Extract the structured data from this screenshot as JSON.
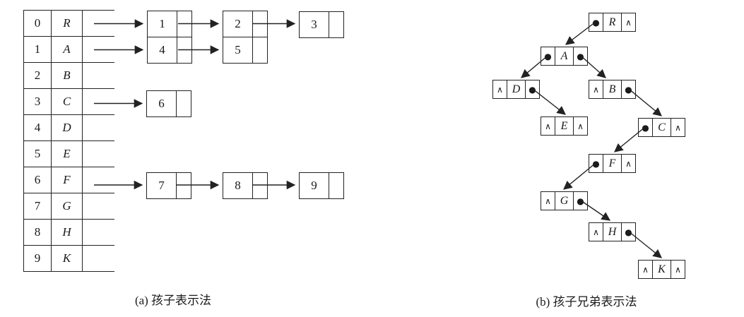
{
  "captions": {
    "a": "(a) 孩子表示法",
    "b": "(b) 孩子兄弟表示法"
  },
  "child_table": {
    "rows": [
      {
        "index": "0",
        "letter": "R"
      },
      {
        "index": "1",
        "letter": "A"
      },
      {
        "index": "2",
        "letter": "B"
      },
      {
        "index": "3",
        "letter": "C"
      },
      {
        "index": "4",
        "letter": "D"
      },
      {
        "index": "5",
        "letter": "E"
      },
      {
        "index": "6",
        "letter": "F"
      },
      {
        "index": "7",
        "letter": "G"
      },
      {
        "index": "8",
        "letter": "H"
      },
      {
        "index": "9",
        "letter": "K"
      }
    ]
  },
  "child_lists": {
    "nodes": {
      "n1": {
        "label": "1"
      },
      "n2": {
        "label": "2"
      },
      "n3": {
        "label": "3"
      },
      "n4": {
        "label": "4"
      },
      "n5": {
        "label": "5"
      },
      "n6": {
        "label": "6"
      },
      "n7": {
        "label": "7"
      },
      "n8": {
        "label": "8"
      },
      "n9": {
        "label": "9"
      }
    },
    "lists": [
      {
        "owner_index": "0",
        "sequence": [
          "1",
          "2",
          "3"
        ]
      },
      {
        "owner_index": "1",
        "sequence": [
          "4",
          "5"
        ]
      },
      {
        "owner_index": "3",
        "sequence": [
          "6"
        ]
      },
      {
        "owner_index": "6",
        "sequence": [
          "7",
          "8",
          "9"
        ]
      }
    ]
  },
  "sibling_tree": {
    "nodes": {
      "R": {
        "left": "●",
        "data": "R",
        "right": "∧"
      },
      "A": {
        "left": "●",
        "data": "A",
        "right": "●"
      },
      "D": {
        "left": "∧",
        "data": "D",
        "right": "●"
      },
      "B": {
        "left": "∧",
        "data": "B",
        "right": "●"
      },
      "E": {
        "left": "∧",
        "data": "E",
        "right": "∧"
      },
      "C": {
        "left": "●",
        "data": "C",
        "right": "∧"
      },
      "F": {
        "left": "●",
        "data": "F",
        "right": "∧"
      },
      "G": {
        "left": "∧",
        "data": "G",
        "right": "●"
      },
      "H": {
        "left": "∧",
        "data": "H",
        "right": "●"
      },
      "K": {
        "left": "∧",
        "data": "K",
        "right": "∧"
      }
    },
    "edges": [
      {
        "from": "R",
        "via": "left-child",
        "to": "A"
      },
      {
        "from": "A",
        "via": "left-child",
        "to": "D"
      },
      {
        "from": "A",
        "via": "right-sibling",
        "to": "B"
      },
      {
        "from": "D",
        "via": "right-sibling",
        "to": "E"
      },
      {
        "from": "B",
        "via": "right-sibling",
        "to": "C"
      },
      {
        "from": "C",
        "via": "left-child",
        "to": "F"
      },
      {
        "from": "F",
        "via": "left-child",
        "to": "G"
      },
      {
        "from": "G",
        "via": "right-sibling",
        "to": "H"
      },
      {
        "from": "H",
        "via": "right-sibling",
        "to": "K"
      }
    ]
  }
}
